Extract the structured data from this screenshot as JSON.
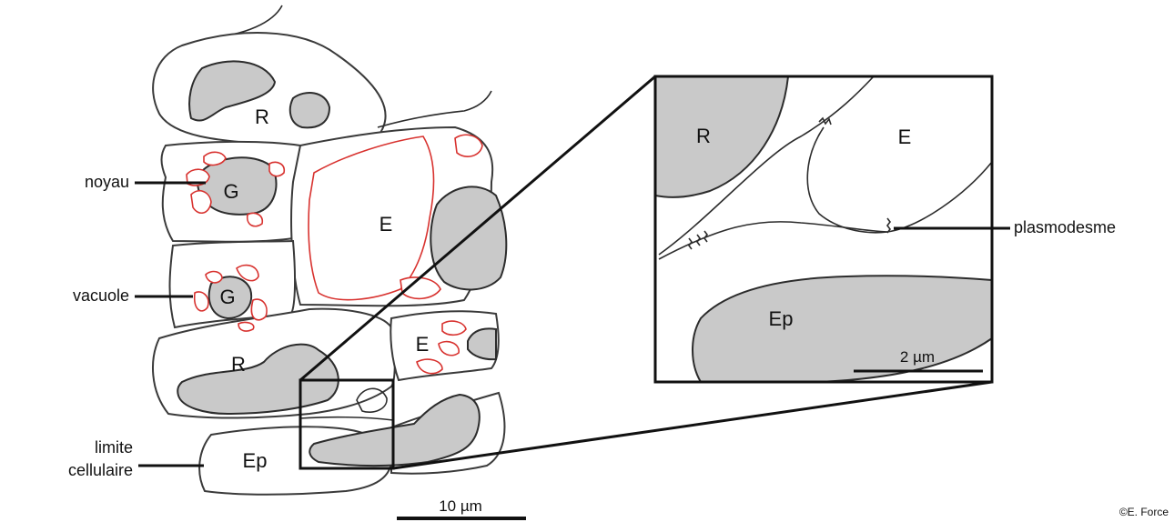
{
  "diagram": {
    "cells": {
      "r_top": "R",
      "g_upper": "G",
      "e_large": "E",
      "g_lower": "G",
      "r_lower": "R",
      "e_small": "E",
      "ep": "Ep"
    },
    "side_labels": {
      "nucleus": "noyau",
      "vacuole": "vacuole",
      "cell_limit_line1": "limite",
      "cell_limit_line2": "cellulaire"
    },
    "scale_main": "10 µm",
    "inset": {
      "r": "R",
      "e": "E",
      "ep": "Ep",
      "scale": "2 µm",
      "plasmodesm_label": "plasmodesme"
    },
    "credit": "©E. Force"
  },
  "colors": {
    "outline": "#3a3a3a",
    "nucleus_fill": "#c9c9c9",
    "vacuole_stroke": "#d8322f"
  }
}
